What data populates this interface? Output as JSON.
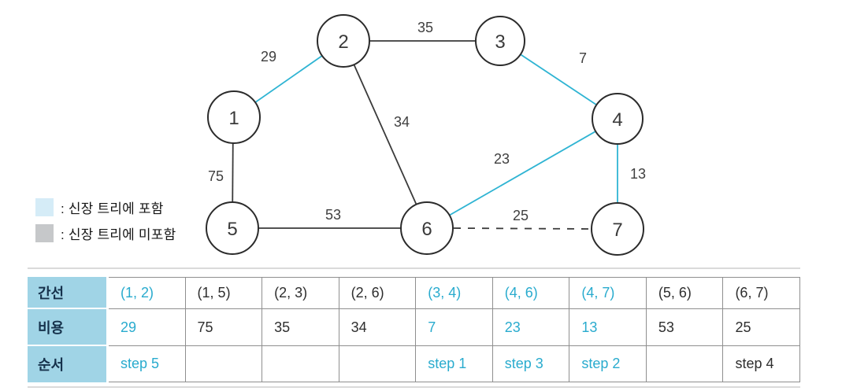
{
  "colors": {
    "highlight_cyan": "#2fb4d3",
    "table_header_bg": "#a0d4e6",
    "legend_included_swatch": "#d5ecf7",
    "legend_excluded_swatch": "#c6c8ca",
    "edge_default": "#3a3a3a"
  },
  "legend": {
    "items": [
      {
        "label": ": 신장 트리에 포함",
        "swatch_color": "#d5ecf7"
      },
      {
        "label": ": 신장 트리에 미포함",
        "swatch_color": "#c6c8ca"
      }
    ]
  },
  "graph": {
    "nodes": [
      {
        "id": "1"
      },
      {
        "id": "2"
      },
      {
        "id": "3"
      },
      {
        "id": "4"
      },
      {
        "id": "5"
      },
      {
        "id": "6"
      },
      {
        "id": "7"
      }
    ],
    "edges": [
      {
        "nodes": "(1, 2)",
        "weight": "29",
        "status": "included"
      },
      {
        "nodes": "(1, 5)",
        "weight": "75",
        "status": "not-included"
      },
      {
        "nodes": "(2, 3)",
        "weight": "35",
        "status": "not-included"
      },
      {
        "nodes": "(2, 6)",
        "weight": "34",
        "status": "not-included"
      },
      {
        "nodes": "(3, 4)",
        "weight": "7",
        "status": "included"
      },
      {
        "nodes": "(4, 6)",
        "weight": "23",
        "status": "included"
      },
      {
        "nodes": "(4, 7)",
        "weight": "13",
        "status": "included"
      },
      {
        "nodes": "(5, 6)",
        "weight": "53",
        "status": "not-included"
      },
      {
        "nodes": "(6, 7)",
        "weight": "25",
        "status": "rejected-dashed"
      }
    ]
  },
  "table": {
    "row_headers": [
      "간선",
      "비용",
      "순서"
    ],
    "columns": [
      {
        "edge": "(1, 2)",
        "cost": "29",
        "step": "step 5",
        "highlight": true
      },
      {
        "edge": "(1, 5)",
        "cost": "75",
        "step": "",
        "highlight": false
      },
      {
        "edge": "(2, 3)",
        "cost": "35",
        "step": "",
        "highlight": false
      },
      {
        "edge": "(2, 6)",
        "cost": "34",
        "step": "",
        "highlight": false
      },
      {
        "edge": "(3, 4)",
        "cost": "7",
        "step": "step 1",
        "highlight": true
      },
      {
        "edge": "(4, 6)",
        "cost": "23",
        "step": "step 3",
        "highlight": true
      },
      {
        "edge": "(4, 7)",
        "cost": "13",
        "step": "step 2",
        "highlight": true
      },
      {
        "edge": "(5, 6)",
        "cost": "53",
        "step": "",
        "highlight": false
      },
      {
        "edge": "(6, 7)",
        "cost": "25",
        "step": "step 4",
        "highlight": false
      }
    ]
  }
}
